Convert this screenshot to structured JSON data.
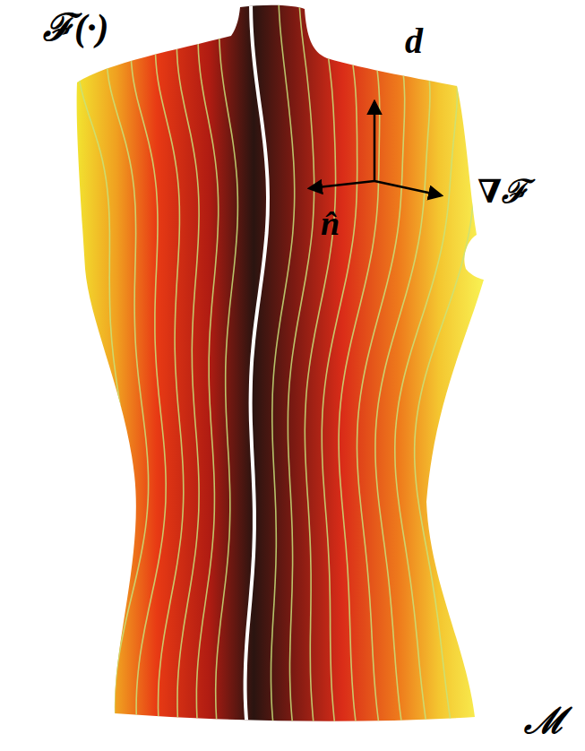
{
  "diagram": {
    "labels": [
      "ℱ(·)",
      "d",
      "∇ℱ",
      "n̂",
      "ℳ"
    ]
  }
}
